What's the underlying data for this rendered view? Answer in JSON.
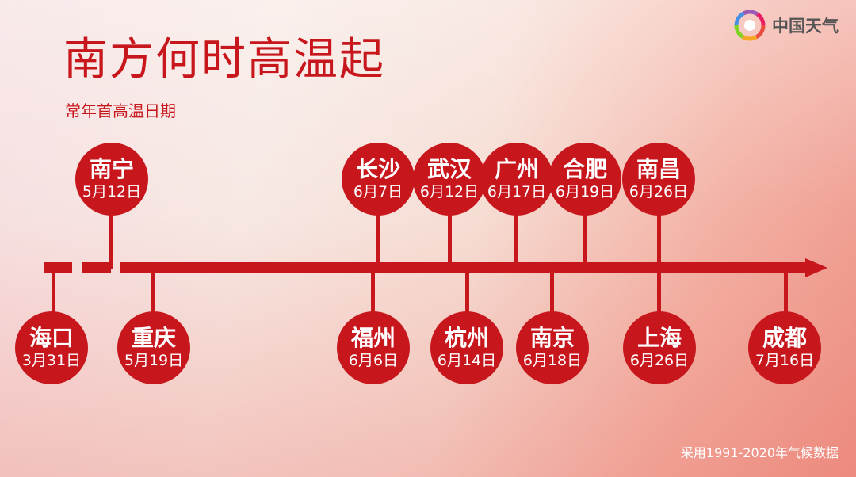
{
  "title": "南方何时高温起",
  "subtitle": "常年首高温日期",
  "brand": {
    "name": "中国天气"
  },
  "footnote": "采用1991-2020年气候数据",
  "colors": {
    "accent": "#c8161d",
    "text_light": "#ffffff"
  },
  "cities": [
    {
      "name": "海口",
      "date": "3月31日"
    },
    {
      "name": "南宁",
      "date": "5月12日"
    },
    {
      "name": "重庆",
      "date": "5月19日"
    },
    {
      "name": "福州",
      "date": "6月6日"
    },
    {
      "name": "长沙",
      "date": "6月7日"
    },
    {
      "name": "武汉",
      "date": "6月12日"
    },
    {
      "name": "杭州",
      "date": "6月14日"
    },
    {
      "name": "广州",
      "date": "6月17日"
    },
    {
      "name": "南京",
      "date": "6月18日"
    },
    {
      "name": "合肥",
      "date": "6月19日"
    },
    {
      "name": "南昌",
      "date": "6月26日"
    },
    {
      "name": "上海",
      "date": "6月26日"
    },
    {
      "name": "成都",
      "date": "7月16日"
    }
  ]
}
